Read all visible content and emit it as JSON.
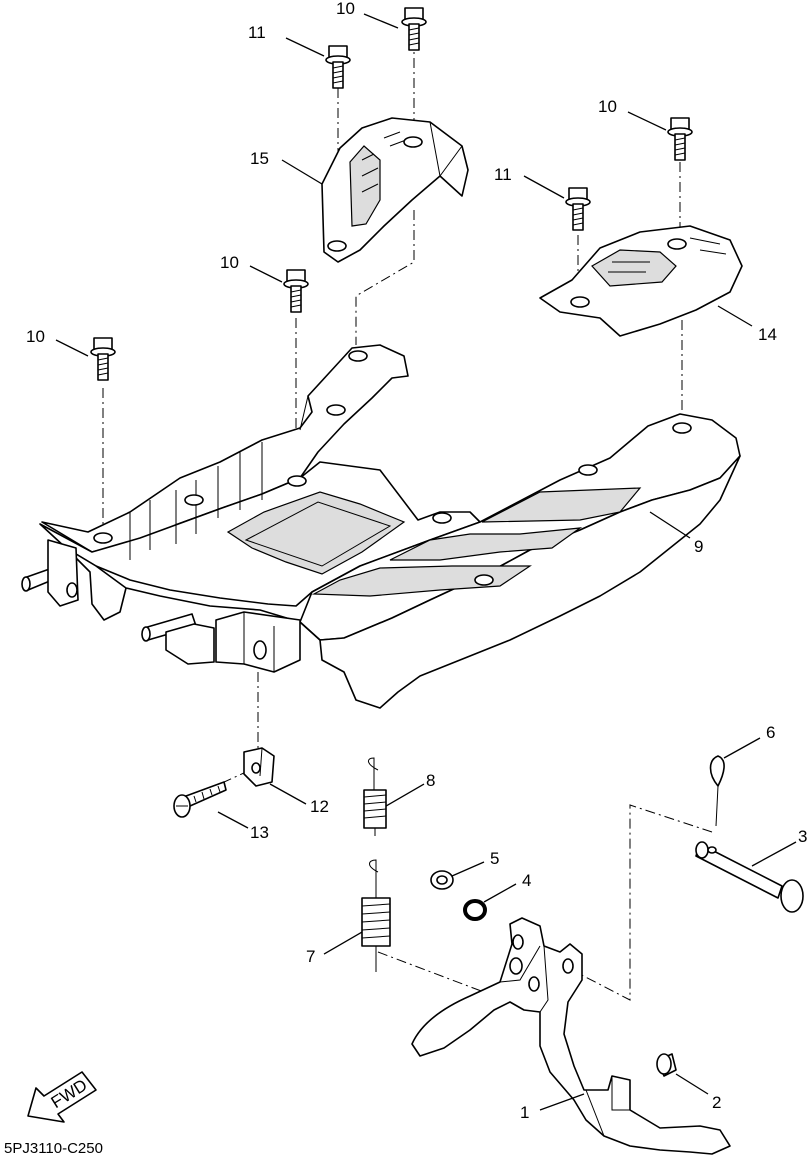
{
  "diagram": {
    "code": "5PJ3110-C250",
    "fwd_label": "FWD",
    "callouts": [
      {
        "label": "10"
      },
      {
        "label": "11"
      },
      {
        "label": "15"
      },
      {
        "label": "10"
      },
      {
        "label": "10"
      },
      {
        "label": "10"
      },
      {
        "label": "11"
      },
      {
        "label": "14"
      },
      {
        "label": "9"
      },
      {
        "label": "6"
      },
      {
        "label": "3"
      },
      {
        "label": "8"
      },
      {
        "label": "12"
      },
      {
        "label": "13"
      },
      {
        "label": "5"
      },
      {
        "label": "4"
      },
      {
        "label": "7"
      },
      {
        "label": "2"
      },
      {
        "label": "1"
      }
    ]
  }
}
